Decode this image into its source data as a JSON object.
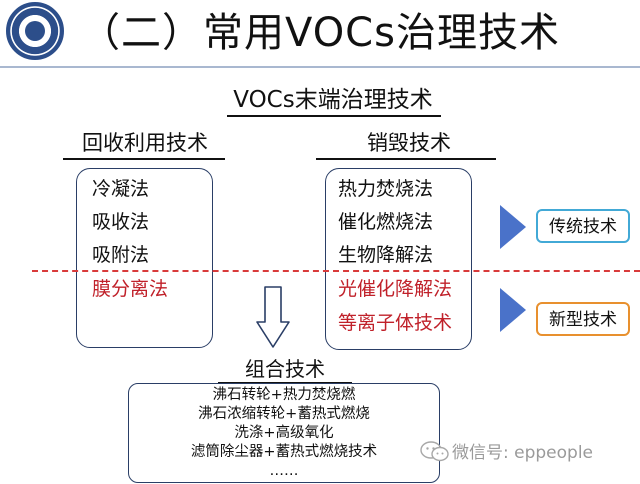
{
  "title": "（二）常用VOCs治理技术",
  "subtitle": "VOCs末端治理技术",
  "recovery": {
    "heading": "回收利用技术",
    "items": [
      "冷凝法",
      "吸收法",
      "吸附法",
      "膜分离法"
    ]
  },
  "destruction": {
    "heading": "销毁技术",
    "items": [
      "热力焚烧法",
      "催化燃烧法",
      "生物降解法",
      "光催化降解法",
      "等离子体技术"
    ]
  },
  "combined": {
    "heading": "组合技术",
    "lines": [
      "沸石转轮+热力焚烧燃",
      "沸石浓缩转轮+蓄热式燃烧",
      "洗涤+高级氧化",
      "滤筒除尘器+蓄热式燃烧技术",
      "……"
    ]
  },
  "labels": {
    "traditional": "传统技术",
    "new": "新型技术"
  },
  "watermark": "微信号: eppeople",
  "colors": {
    "new_tech_text": "#c0212a",
    "divider": "#d93b3b",
    "arrow": "#4a72c9",
    "traditional_border": "#42a9d6",
    "new_border": "#e8902e"
  }
}
